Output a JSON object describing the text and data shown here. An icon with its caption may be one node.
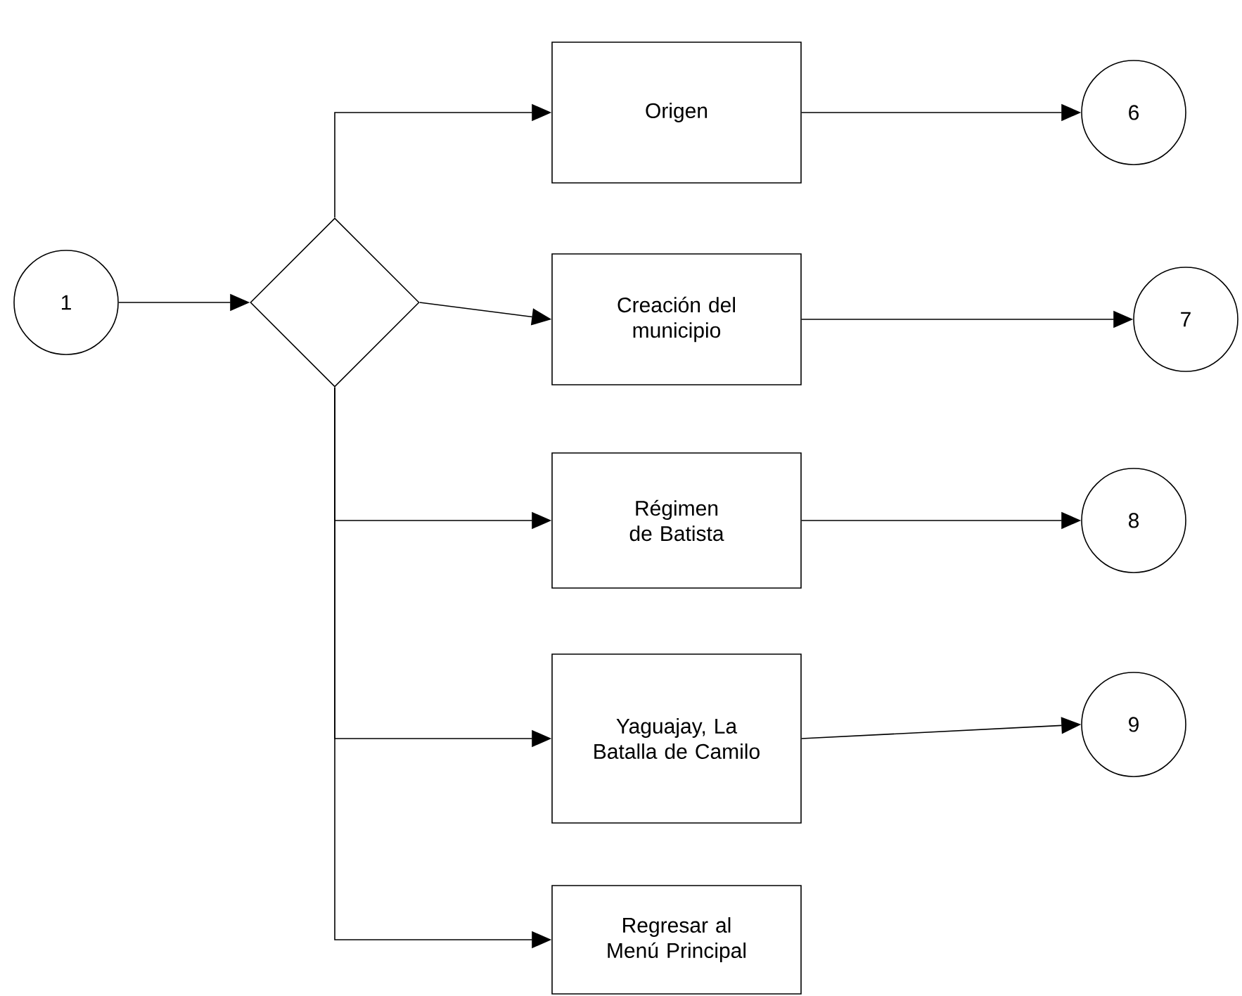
{
  "diagram": {
    "nodes": [
      {
        "text": [
          "1"
        ]
      },
      {
        "text": [],
        "shape": "diamond"
      },
      {
        "text": [
          "Origen"
        ]
      },
      {
        "text": [
          "Creación del municipio"
        ]
      },
      {
        "text": [
          "Régimen de Batista"
        ]
      },
      {
        "text": [
          "Yaguajay, La Batalla de Camilo"
        ]
      },
      {
        "text": [
          "Regresar al Menú Principal"
        ]
      },
      {
        "text": [
          "6"
        ]
      },
      {
        "text": [
          "7"
        ]
      },
      {
        "text": [
          "8"
        ]
      },
      {
        "text": [
          "9"
        ]
      }
    ],
    "edges": [
      {
        "from": 0,
        "to": 1,
        "arrow": "to"
      },
      {
        "from": 1,
        "to": 2,
        "arrow": "to"
      },
      {
        "from": 1,
        "to": 3,
        "arrow": "to"
      },
      {
        "from": 1,
        "to": 4,
        "arrow": "to"
      },
      {
        "from": 1,
        "to": 5,
        "arrow": "to"
      },
      {
        "from": 1,
        "to": 6,
        "arrow": "to"
      },
      {
        "from": 2,
        "to": 7,
        "arrow": "to"
      },
      {
        "from": 3,
        "to": 8,
        "arrow": "to"
      },
      {
        "from": 4,
        "to": 9,
        "arrow": "to"
      },
      {
        "from": 5,
        "to": 10,
        "arrow": "to"
      }
    ]
  }
}
